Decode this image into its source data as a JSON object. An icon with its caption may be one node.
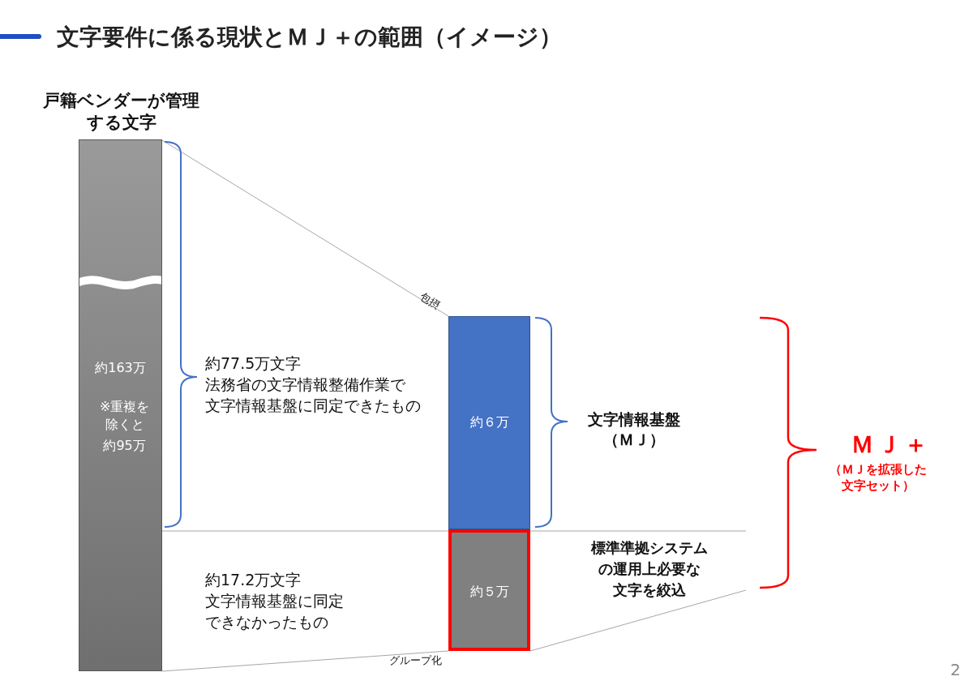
{
  "diagram": {
    "title": "文字要件に係る現状とＭＪ＋の範囲（イメージ）",
    "nodes": [
      {
        "text": [
          "戸籍ベンダーが管理する文字",
          "約163万",
          "※重複を除くと",
          "約95万"
        ]
      },
      {
        "text": [
          "約６万"
        ]
      },
      {
        "text": [
          "約５万"
        ]
      }
    ],
    "edges": [
      {
        "from": 0,
        "to": 1,
        "arrow": "none",
        "label": "包摂"
      },
      {
        "from": 0,
        "to": 2,
        "arrow": "none",
        "label": "グループ化"
      }
    ],
    "labels": [
      "約77.5万文字",
      "法務省の文字情報整備作業で",
      "文字情報基盤に同定できたもの",
      "文字情報基盤（ＭＪ）",
      "ＭＪ＋",
      "（ＭＪを拡張した文字セット）",
      "標準準拠システム",
      "の運用上必要な",
      "文字を絞込",
      "約17.2万文字",
      "文字情報基盤に同定",
      "できなかったもの",
      "2"
    ]
  }
}
